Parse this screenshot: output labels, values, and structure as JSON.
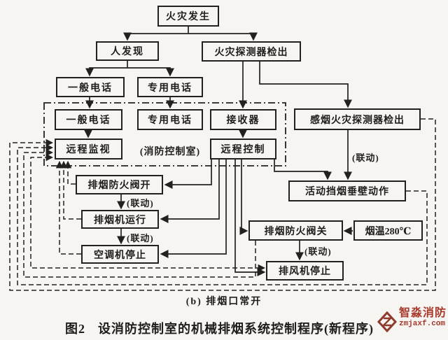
{
  "nodes": {
    "fire_start": {
      "label": "火灾发生"
    },
    "human_detect": {
      "label": "人发现"
    },
    "detector_detect": {
      "label": "火灾探测器检出"
    },
    "phone_general_out": {
      "label": "一般电话"
    },
    "phone_special_out": {
      "label": "专用电话"
    },
    "phone_general_in": {
      "label": "一般电话"
    },
    "phone_special_in": {
      "label": "专用电话"
    },
    "receiver": {
      "label": "接收器"
    },
    "remote_monitor": {
      "label": "远程监视"
    },
    "remote_control": {
      "label": "远程控制"
    },
    "smoke_detector": {
      "label": "感烟火灾探测器检出"
    },
    "smoke_barrier": {
      "label": "活动挡烟垂壁动作"
    },
    "damper_open": {
      "label": "排烟防火阀开"
    },
    "exhaust_fan_run": {
      "label": "排烟机运行"
    },
    "ac_stop": {
      "label": "空调机停止"
    },
    "damper_close": {
      "label": "排烟防火阀关"
    },
    "smoke_temp": {
      "label": "烟温280℃"
    },
    "exhaust_stop": {
      "label": "排风机停止"
    }
  },
  "labels": {
    "control_room": "(消防控制室)",
    "linkage": "(联动)",
    "sub_caption": "(b) 排烟口常开",
    "figure_no": "图2",
    "figure_caption": "设消防控制室的机械排烟系统控制程序(新程序)"
  },
  "watermark": {
    "name": "智淼消防",
    "site": "zmjaxf.com",
    "color": "#a8382a"
  },
  "colors": {
    "line": "#23211f",
    "background": "#f6f5f2",
    "accent_red": "#a8382a"
  }
}
